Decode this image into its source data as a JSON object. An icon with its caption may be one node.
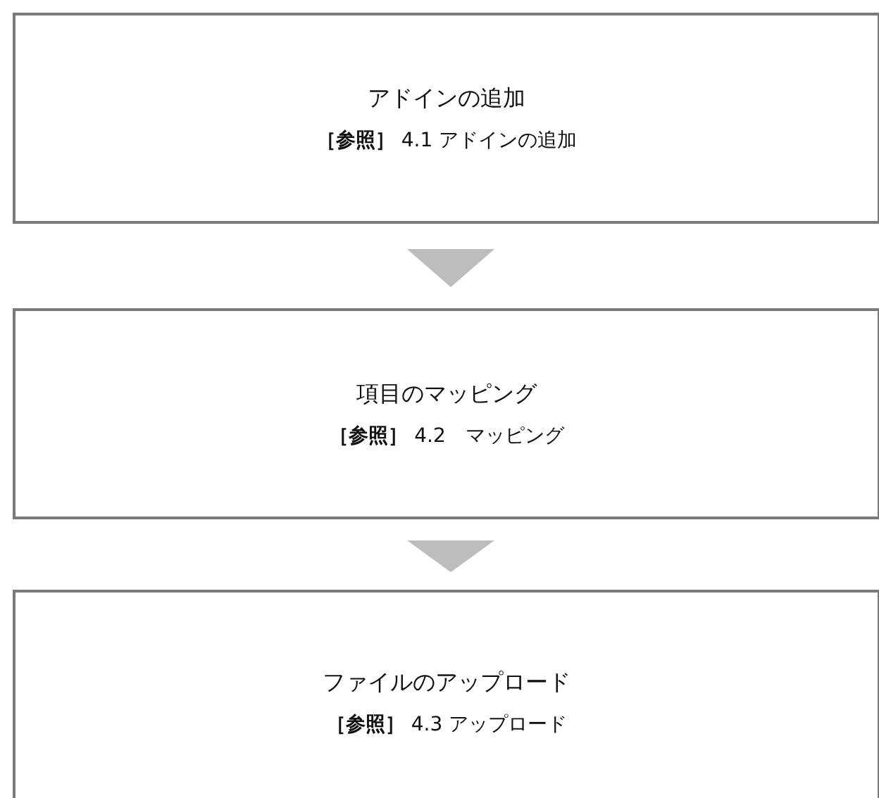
{
  "diagram": {
    "nodes": [
      {
        "text": [
          "アドインの追加",
          "**［参照］** 4.1 アドインの追加"
        ]
      },
      {
        "text": [
          "項目のマッピング",
          "**［参照］** 4.2　マッピング"
        ]
      },
      {
        "text": [
          "ファイルのアップロード",
          "**［参照］** 4.3 アップロード"
        ]
      }
    ],
    "edges": [
      {
        "from": 0,
        "to": 1,
        "arrow": "to"
      },
      {
        "from": 1,
        "to": 2,
        "arrow": "to"
      }
    ]
  }
}
